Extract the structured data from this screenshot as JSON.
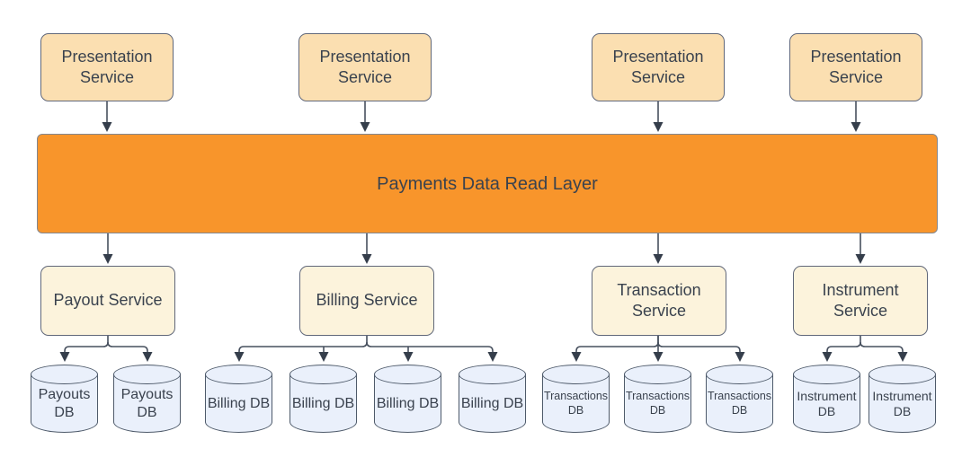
{
  "diagram": {
    "presentation_services": [
      {
        "label": "Presentation Service"
      },
      {
        "label": "Presentation Service"
      },
      {
        "label": "Presentation Service"
      },
      {
        "label": "Presentation Service"
      }
    ],
    "read_layer": {
      "label": "Payments Data Read Layer"
    },
    "services": [
      {
        "label": "Payout Service"
      },
      {
        "label": "Billing Service"
      },
      {
        "label": "Transaction Service"
      },
      {
        "label": "Instrument Service"
      }
    ],
    "databases": {
      "payout": [
        "Payouts DB",
        "Payouts DB"
      ],
      "billing": [
        "Billing DB",
        "Billing DB",
        "Billing DB",
        "Billing DB"
      ],
      "transaction": [
        "Transactions DB",
        "Transactions DB",
        "Transactions DB"
      ],
      "instrument": [
        "Instrument DB",
        "Instrument DB"
      ]
    },
    "colors": {
      "presentation_fill": "#FBDFB1",
      "read_layer_fill": "#F8952B",
      "service_fill": "#FCF3DC",
      "database_fill": "#EAF0FB",
      "connector": "#47505E",
      "text": "#3A424E"
    }
  }
}
